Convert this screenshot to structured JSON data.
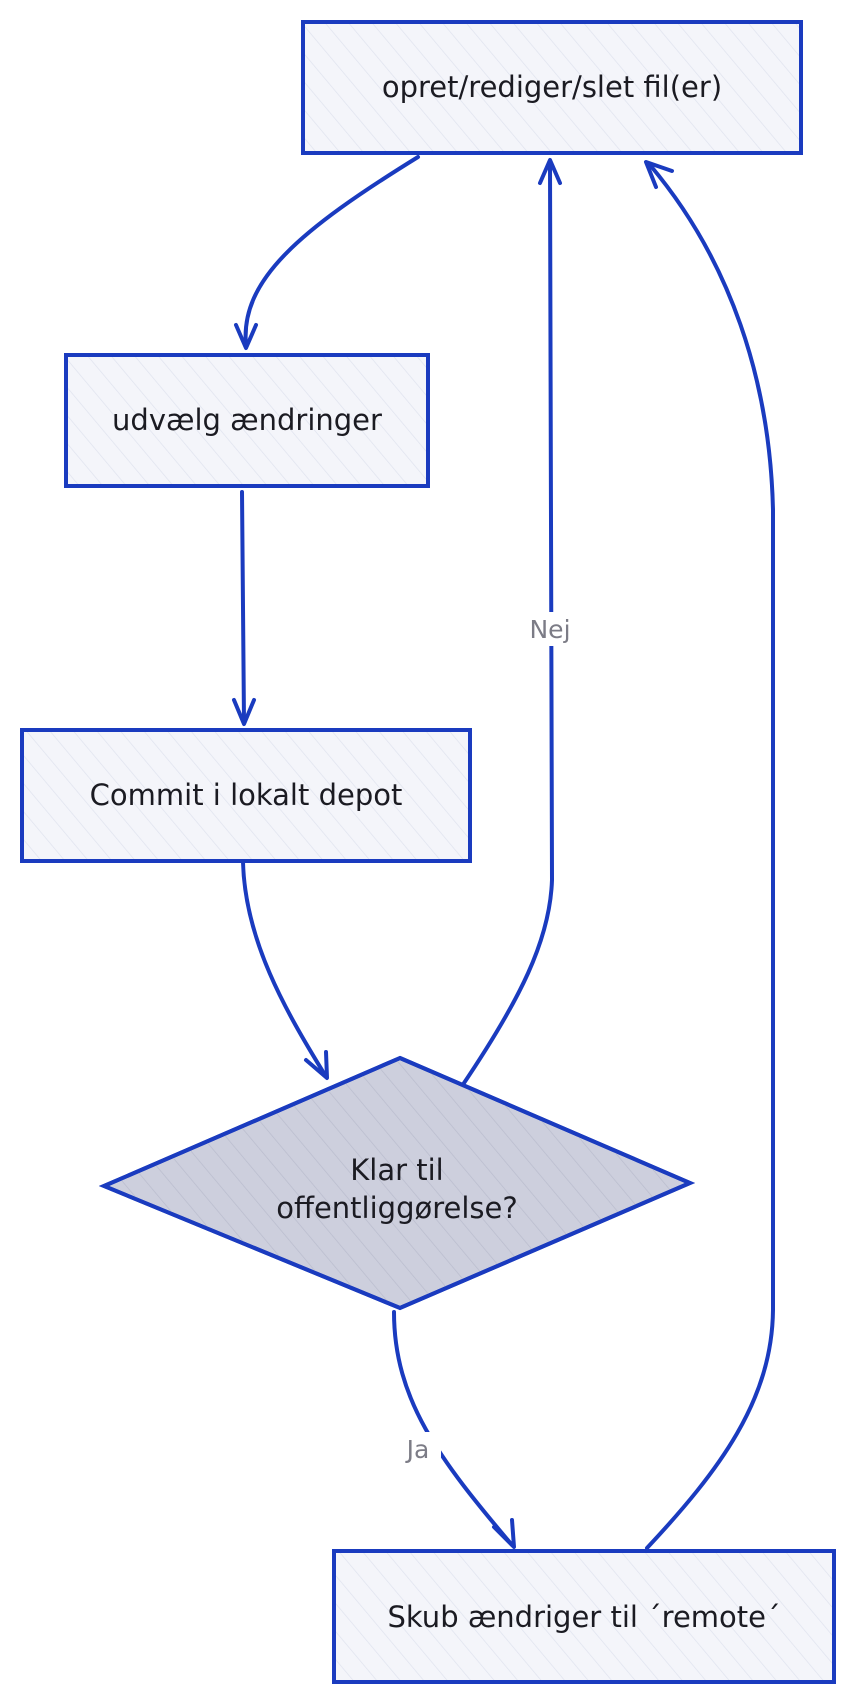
{
  "diagram": {
    "nodes": {
      "edit_files": "opret/rediger/slet fil(er)",
      "stage_changes": "udvælg ændringer",
      "local_commit": "Commit i lokalt depot",
      "decision_line1": "Klar til",
      "decision_line2": "offentliggørelse?",
      "push_remote": "Skub ændriger til ´remote´"
    },
    "edge_labels": {
      "no": "Nej",
      "yes": "Ja"
    }
  },
  "colors": {
    "stroke": "#1a3bbf",
    "box_fill": "#f4f5fa",
    "decision_fill": "#cdcfdd",
    "text": "#1b1b22",
    "edge_label": "#7c7c86"
  }
}
